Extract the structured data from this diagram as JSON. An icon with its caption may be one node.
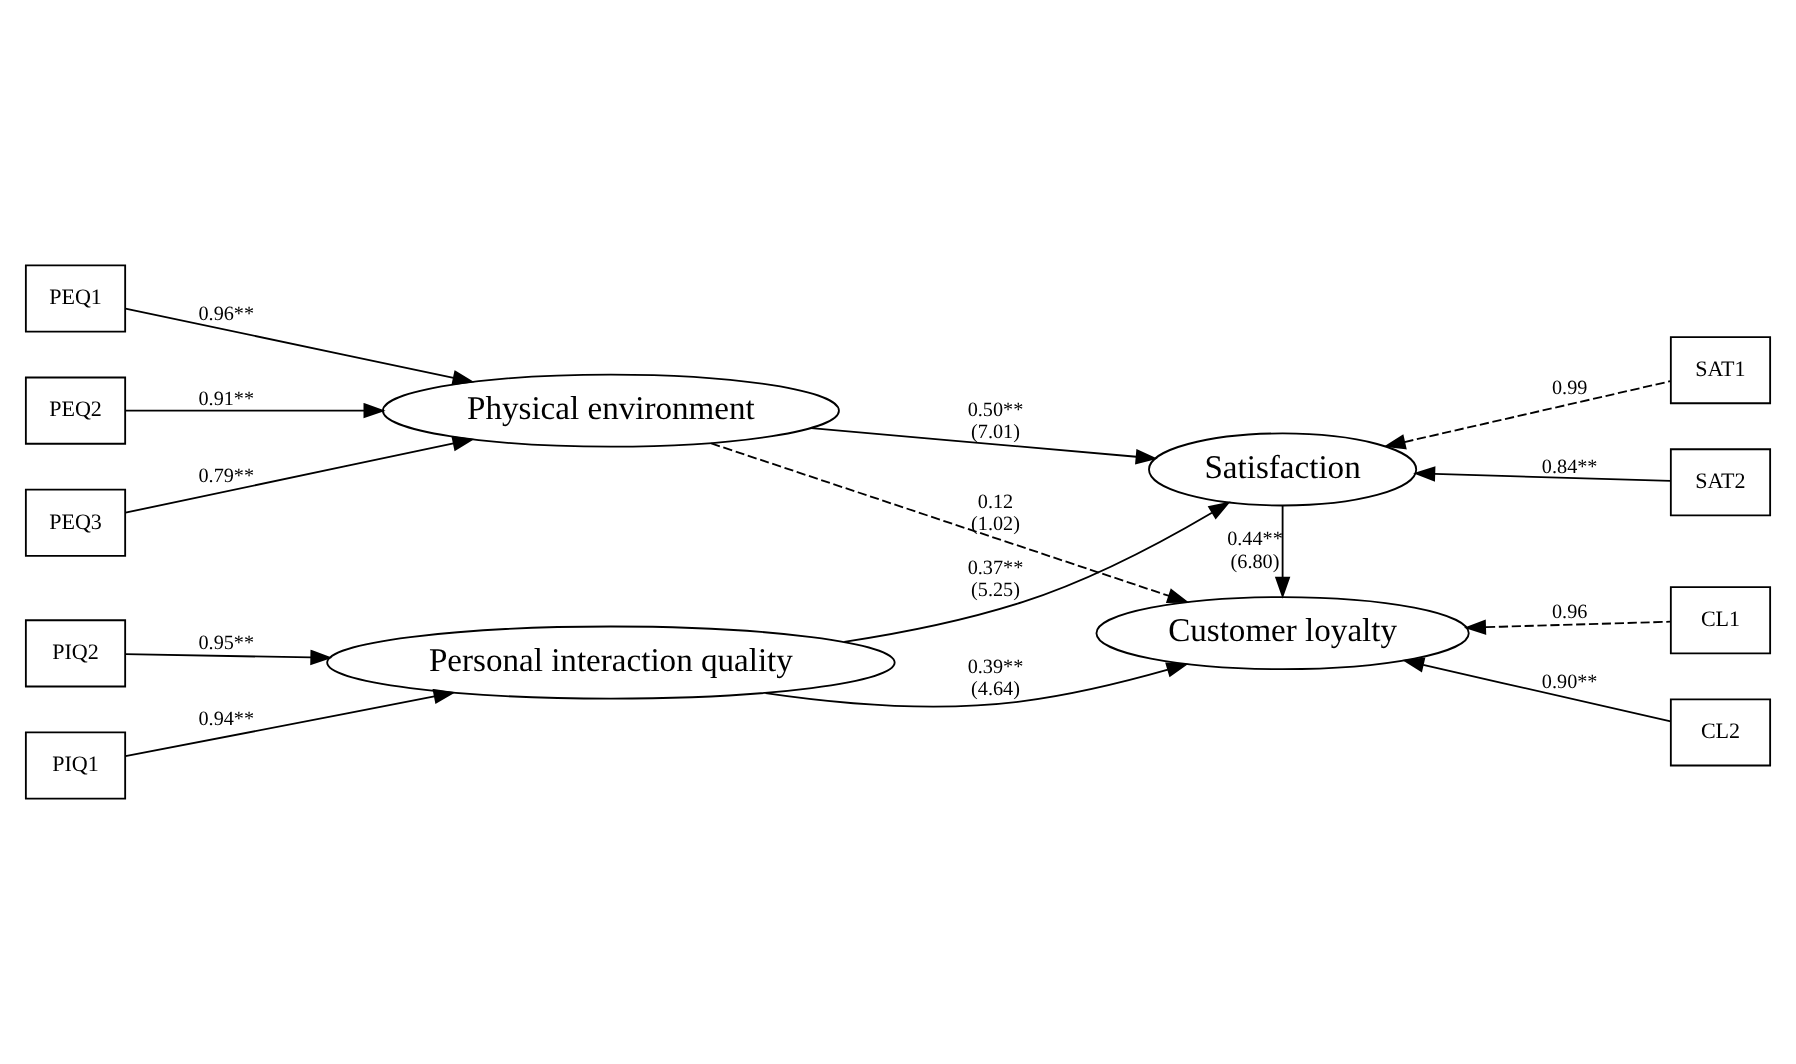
{
  "diagram": {
    "nodes": [
      {
        "text": [
          "PEQ1"
        ]
      },
      {
        "text": [
          "PEQ2"
        ]
      },
      {
        "text": [
          "PEQ3"
        ]
      },
      {
        "text": [
          "Physical environment"
        ]
      },
      {
        "text": [
          "Satisfaction"
        ]
      },
      {
        "text": [
          "SAT1"
        ]
      },
      {
        "text": [
          "SAT2"
        ]
      },
      {
        "text": [
          "PIQ1"
        ]
      },
      {
        "text": [
          "PIQ2"
        ]
      },
      {
        "text": [
          "Personal interaction quality"
        ]
      },
      {
        "text": [
          "Customer loyalty"
        ]
      },
      {
        "text": [
          "CL1"
        ]
      },
      {
        "text": [
          "CL2"
        ]
      }
    ],
    "edges": [
      {
        "from": 0,
        "to": 3,
        "arrow": "to",
        "label": "0.96**"
      },
      {
        "from": 1,
        "to": 3,
        "arrow": "to",
        "label": "0.91**"
      },
      {
        "from": 2,
        "to": 3,
        "arrow": "to",
        "label": "0.79**"
      },
      {
        "from": 3,
        "to": 4,
        "arrow": "to",
        "label": "0.50** (7.01)"
      },
      {
        "from": 3,
        "to": 10,
        "arrow": "to",
        "label": "0.12 (1.02)",
        "style": "dashed"
      },
      {
        "from": 5,
        "to": 4,
        "arrow": "to",
        "label": "0.99",
        "style": "dashed"
      },
      {
        "from": 6,
        "to": 4,
        "arrow": "to",
        "label": "0.84**"
      },
      {
        "from": 4,
        "to": 10,
        "arrow": "to",
        "label": "0.44** (6.80)"
      },
      {
        "from": 9,
        "to": 4,
        "arrow": "to",
        "label": "0.37** (5.25)"
      },
      {
        "from": 9,
        "to": 10,
        "arrow": "to",
        "label": "0.39** (4.64)"
      },
      {
        "from": 7,
        "to": 9,
        "arrow": "to",
        "label": "0.94**"
      },
      {
        "from": 8,
        "to": 9,
        "arrow": "to",
        "label": "0.95**"
      },
      {
        "from": 11,
        "to": 10,
        "arrow": "to",
        "label": "0.96",
        "style": "dashed"
      },
      {
        "from": 12,
        "to": 10,
        "arrow": "to",
        "label": "0.90**"
      }
    ]
  }
}
